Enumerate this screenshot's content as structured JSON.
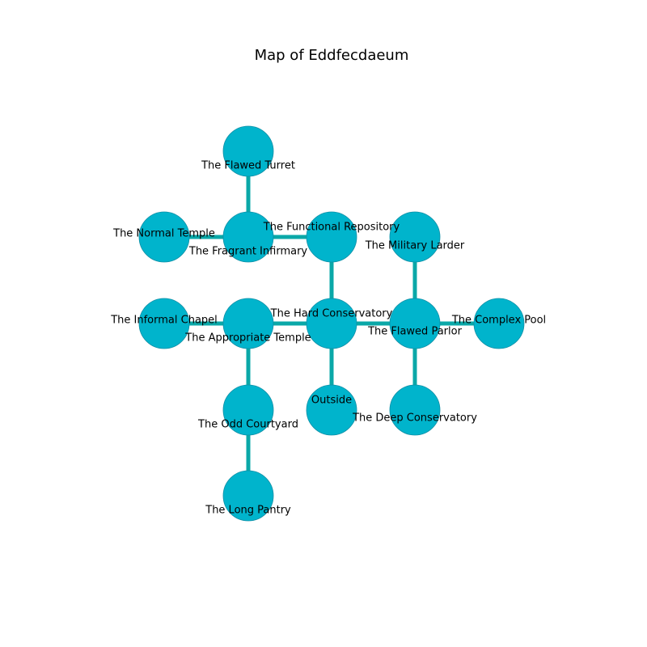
{
  "title": "Map of Eddfecdaeum",
  "colors": {
    "node_fill": "#00b4cc",
    "node_stroke": "#0f8fa6",
    "edge": "#0aa8a8",
    "text": "#000000",
    "background": "#ffffff"
  },
  "rooms": [
    {
      "id": "flawed-turret",
      "name": "The Flawed Turret"
    },
    {
      "id": "normal-temple",
      "name": "The Normal Temple"
    },
    {
      "id": "fragrant-infirmary",
      "name": "The Fragrant Infirmary"
    },
    {
      "id": "functional-repository",
      "name": "The Functional Repository"
    },
    {
      "id": "military-larder",
      "name": "The Military Larder"
    },
    {
      "id": "informal-chapel",
      "name": "The Informal Chapel"
    },
    {
      "id": "appropriate-temple",
      "name": "The Appropriate Temple"
    },
    {
      "id": "hard-conservatory",
      "name": "The Hard Conservatory"
    },
    {
      "id": "flawed-parlor",
      "name": "The Flawed Parlor"
    },
    {
      "id": "complex-pool",
      "name": "The Complex Pool"
    },
    {
      "id": "odd-courtyard",
      "name": "The Odd Courtyard"
    },
    {
      "id": "outside",
      "name": "Outside"
    },
    {
      "id": "deep-conservatory",
      "name": "The Deep Conservatory"
    },
    {
      "id": "long-pantry",
      "name": "The Long Pantry"
    }
  ],
  "connections": [
    [
      "flawed-turret",
      "fragrant-infirmary"
    ],
    [
      "normal-temple",
      "fragrant-infirmary"
    ],
    [
      "fragrant-infirmary",
      "functional-repository"
    ],
    [
      "functional-repository",
      "hard-conservatory"
    ],
    [
      "military-larder",
      "flawed-parlor"
    ],
    [
      "informal-chapel",
      "appropriate-temple"
    ],
    [
      "appropriate-temple",
      "hard-conservatory"
    ],
    [
      "hard-conservatory",
      "flawed-parlor"
    ],
    [
      "flawed-parlor",
      "complex-pool"
    ],
    [
      "appropriate-temple",
      "odd-courtyard"
    ],
    [
      "hard-conservatory",
      "outside"
    ],
    [
      "flawed-parlor",
      "deep-conservatory"
    ],
    [
      "odd-courtyard",
      "long-pantry"
    ]
  ]
}
